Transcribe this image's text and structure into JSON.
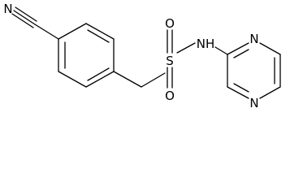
{
  "atoms": {
    "nitrile_n": "N",
    "sulfonyl_s": "S",
    "oxygen_top": "O",
    "oxygen_bottom": "O",
    "amide_nh": "NH",
    "pyrimidine_n_top": "N",
    "pyrimidine_n_bottom": "N"
  }
}
